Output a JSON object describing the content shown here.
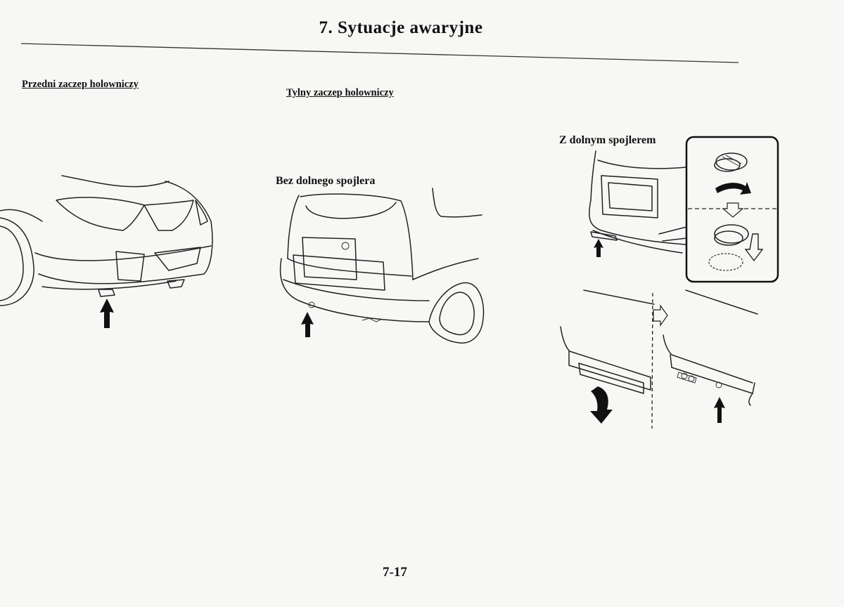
{
  "page": {
    "title": "7. Sytuacje awaryjne",
    "page_number": "7-17"
  },
  "sections": {
    "front": {
      "heading": "Przedni zaczep holowniczy"
    },
    "rear": {
      "heading": "Tylny zaczep holowniczy",
      "without_spoiler_label": "Bez dolnego spojlera",
      "with_spoiler_label": "Z dolnym spojlerem"
    }
  },
  "icons": [
    "up-arrow-icon",
    "curved-arrow-icon",
    "down-arrow-icon"
  ],
  "colors": {
    "ink": "#111111",
    "paper": "#f7f7f5"
  }
}
